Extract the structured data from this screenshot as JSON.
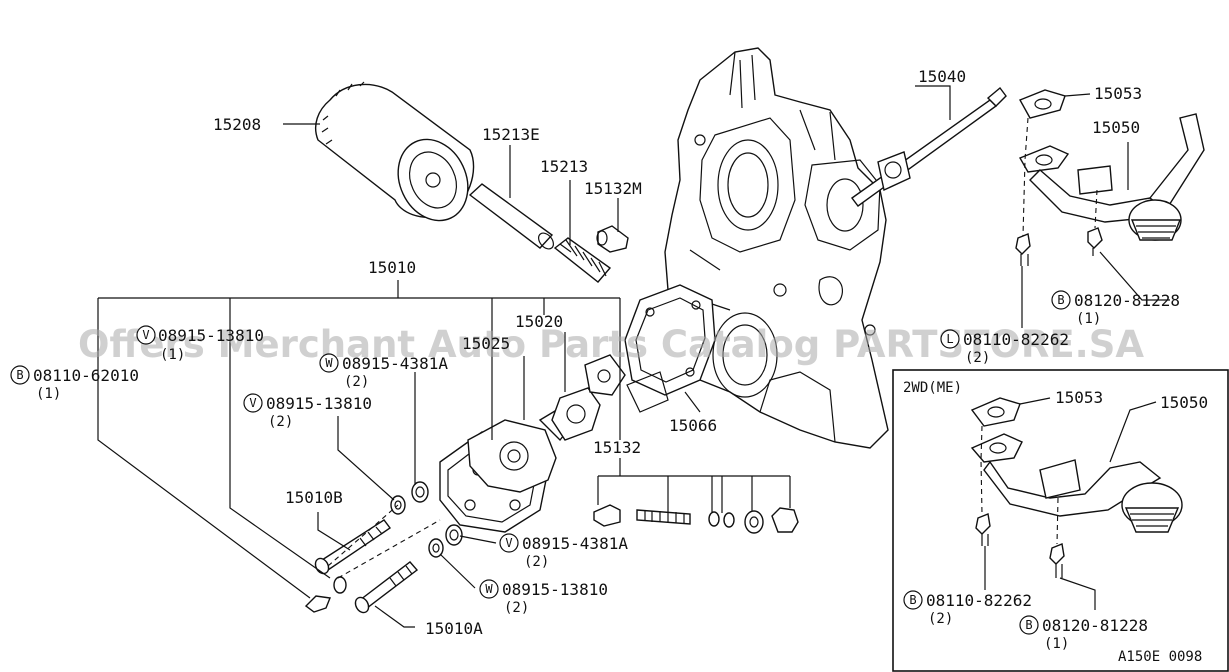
{
  "watermark": "Offers Merchant Auto Parts Catalog PARTSTORE.SA",
  "diagram_code": "A150E 0098",
  "labels": {
    "p15208": "15208",
    "p15213E": "15213E",
    "p15213": "15213",
    "p15132M": "15132M",
    "p15010": "15010",
    "p15020": "15020",
    "p15025": "15025",
    "p15132": "15132",
    "p15066": "15066",
    "p15010B": "15010B",
    "p15010A": "15010A",
    "p15040": "15040",
    "p15053": "15053",
    "p15050": "15050",
    "p15053b": "15053",
    "p15050b": "15050"
  },
  "fasteners": {
    "v13810_top": {
      "letter": "V",
      "code": "08915-13810",
      "qty": "(1)"
    },
    "b62010": {
      "letter": "B",
      "code": "08110-62010",
      "qty": "(1)"
    },
    "w4381_top": {
      "letter": "W",
      "code": "08915-4381A",
      "qty": "(2)"
    },
    "v13810_mid": {
      "letter": "V",
      "code": "08915-13810",
      "qty": "(2)"
    },
    "v4381_bot": {
      "letter": "V",
      "code": "08915-4381A",
      "qty": "(2)"
    },
    "w13810_bot": {
      "letter": "W",
      "code": "08915-13810",
      "qty": "(2)"
    },
    "b81228_top": {
      "letter": "B",
      "code": "08120-81228",
      "qty": "(1)"
    },
    "l82262_top": {
      "letter": "L",
      "code": "08110-82262",
      "qty": "(2)"
    },
    "b82262_inset": {
      "letter": "B",
      "code": "08110-82262",
      "qty": "(2)"
    },
    "b81228_inset": {
      "letter": "B",
      "code": "08120-81228",
      "qty": "(1)"
    }
  },
  "inset": {
    "title": "2WD(ME)"
  }
}
